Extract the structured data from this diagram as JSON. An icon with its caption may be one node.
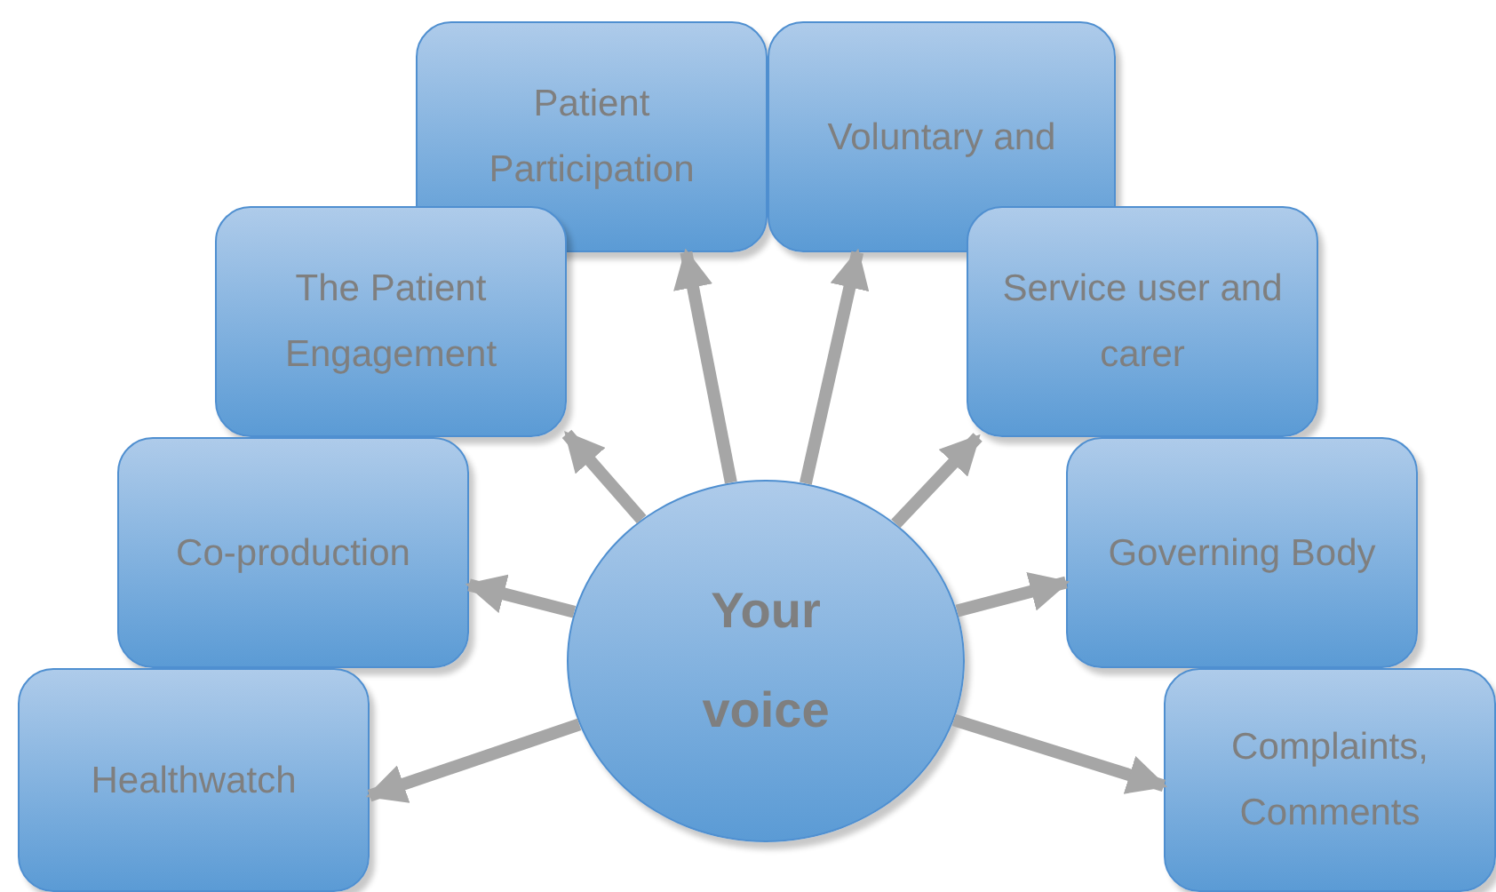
{
  "diagram": {
    "nodes": [
      {
        "text": [
          "Your voice"
        ]
      },
      {
        "text": [
          "Patient Participation"
        ]
      },
      {
        "text": [
          "Voluntary and"
        ]
      },
      {
        "text": [
          "The Patient Engagement"
        ]
      },
      {
        "text": [
          "Service user and carer"
        ]
      },
      {
        "text": [
          "Co-production"
        ]
      },
      {
        "text": [
          "Governing Body"
        ]
      },
      {
        "text": [
          "Healthwatch"
        ]
      },
      {
        "text": [
          "Complaints, Comments"
        ]
      }
    ],
    "edges": [
      {
        "from": 0,
        "to": 1,
        "arrow": "to"
      },
      {
        "from": 0,
        "to": 2,
        "arrow": "to"
      },
      {
        "from": 0,
        "to": 3,
        "arrow": "to"
      },
      {
        "from": 0,
        "to": 4,
        "arrow": "to"
      },
      {
        "from": 0,
        "to": 5,
        "arrow": "to"
      },
      {
        "from": 0,
        "to": 6,
        "arrow": "to"
      },
      {
        "from": 0,
        "to": 7,
        "arrow": "to"
      },
      {
        "from": 0,
        "to": 8,
        "arrow": "to"
      }
    ]
  }
}
